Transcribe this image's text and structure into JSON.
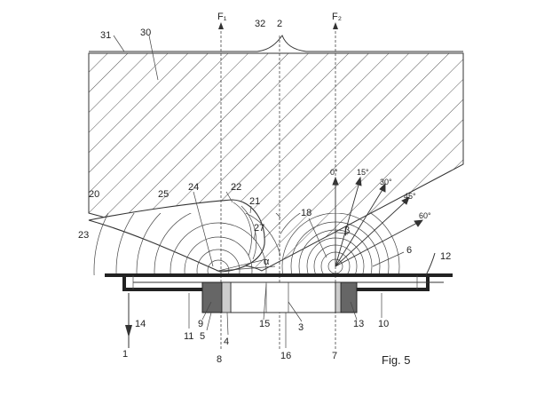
{
  "caption": "Fig. 5",
  "labels": {
    "F1": "F₁",
    "F2": "F₂",
    "l2": "2",
    "l32": "32",
    "l31": "31",
    "l30": "30",
    "l20": "20",
    "l25": "25",
    "l24": "24",
    "l22": "22",
    "l21": "21",
    "l27": "27",
    "l23": "23",
    "l18": "18",
    "beta": "β",
    "alpha": "α",
    "l6": "6",
    "l12": "12",
    "l1": "1",
    "l14": "14",
    "l11": "11",
    "l9": "9",
    "l5": "5",
    "l4": "4",
    "l8": "8",
    "l15": "15",
    "l3": "3",
    "l16": "16",
    "l7": "7",
    "l13": "13",
    "l10": "10"
  },
  "angles": [
    "0°",
    "15°",
    "30°",
    "45°",
    "60°"
  ]
}
